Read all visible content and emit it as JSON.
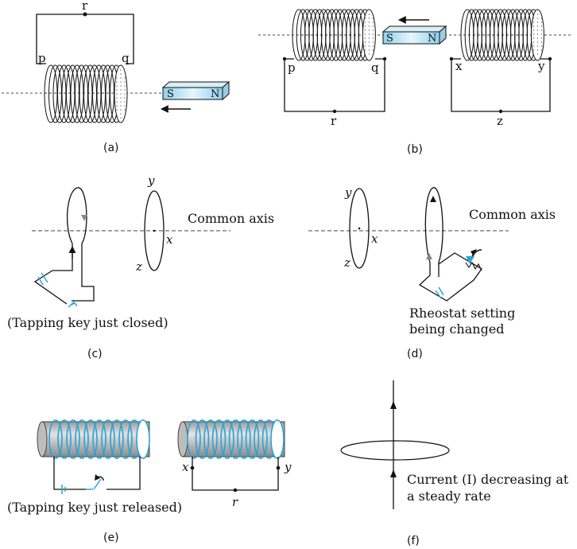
{
  "panels": {
    "a": {
      "caption": "(a)",
      "terminals": {
        "r": "r",
        "p": "p",
        "q": "q"
      },
      "magnet": {
        "south": "S",
        "north": "N"
      }
    },
    "b": {
      "caption": "(b)",
      "terminals": {
        "p": "p",
        "q": "q",
        "r": "r",
        "x": "x",
        "y": "y",
        "z": "z"
      },
      "magnet": {
        "south": "S",
        "north": "N"
      }
    },
    "c": {
      "caption": "(c)",
      "axis_label": "Common axis",
      "points": {
        "y": "y",
        "x": "x",
        "z": "z"
      },
      "note": "(Tapping key just closed)"
    },
    "d": {
      "caption": "(d)",
      "axis_label": "Common axis",
      "points": {
        "y": "y",
        "x": "x",
        "z": "z"
      },
      "note_line1": "Rheostat setting",
      "note_line2": "being changed"
    },
    "e": {
      "caption": "(e)",
      "points": {
        "x": "x",
        "y": "y",
        "r": "r"
      },
      "note": "(Tapping key just released)"
    },
    "f": {
      "caption": "(f)",
      "note_line1": "Current (I) decreasing at",
      "note_line2": "a steady rate"
    }
  },
  "colors": {
    "ink": "#111111",
    "accent_blue": "#29a3d6",
    "magnet_fill": "#a9dcf0",
    "rod_gray": "#cfcfcf"
  }
}
